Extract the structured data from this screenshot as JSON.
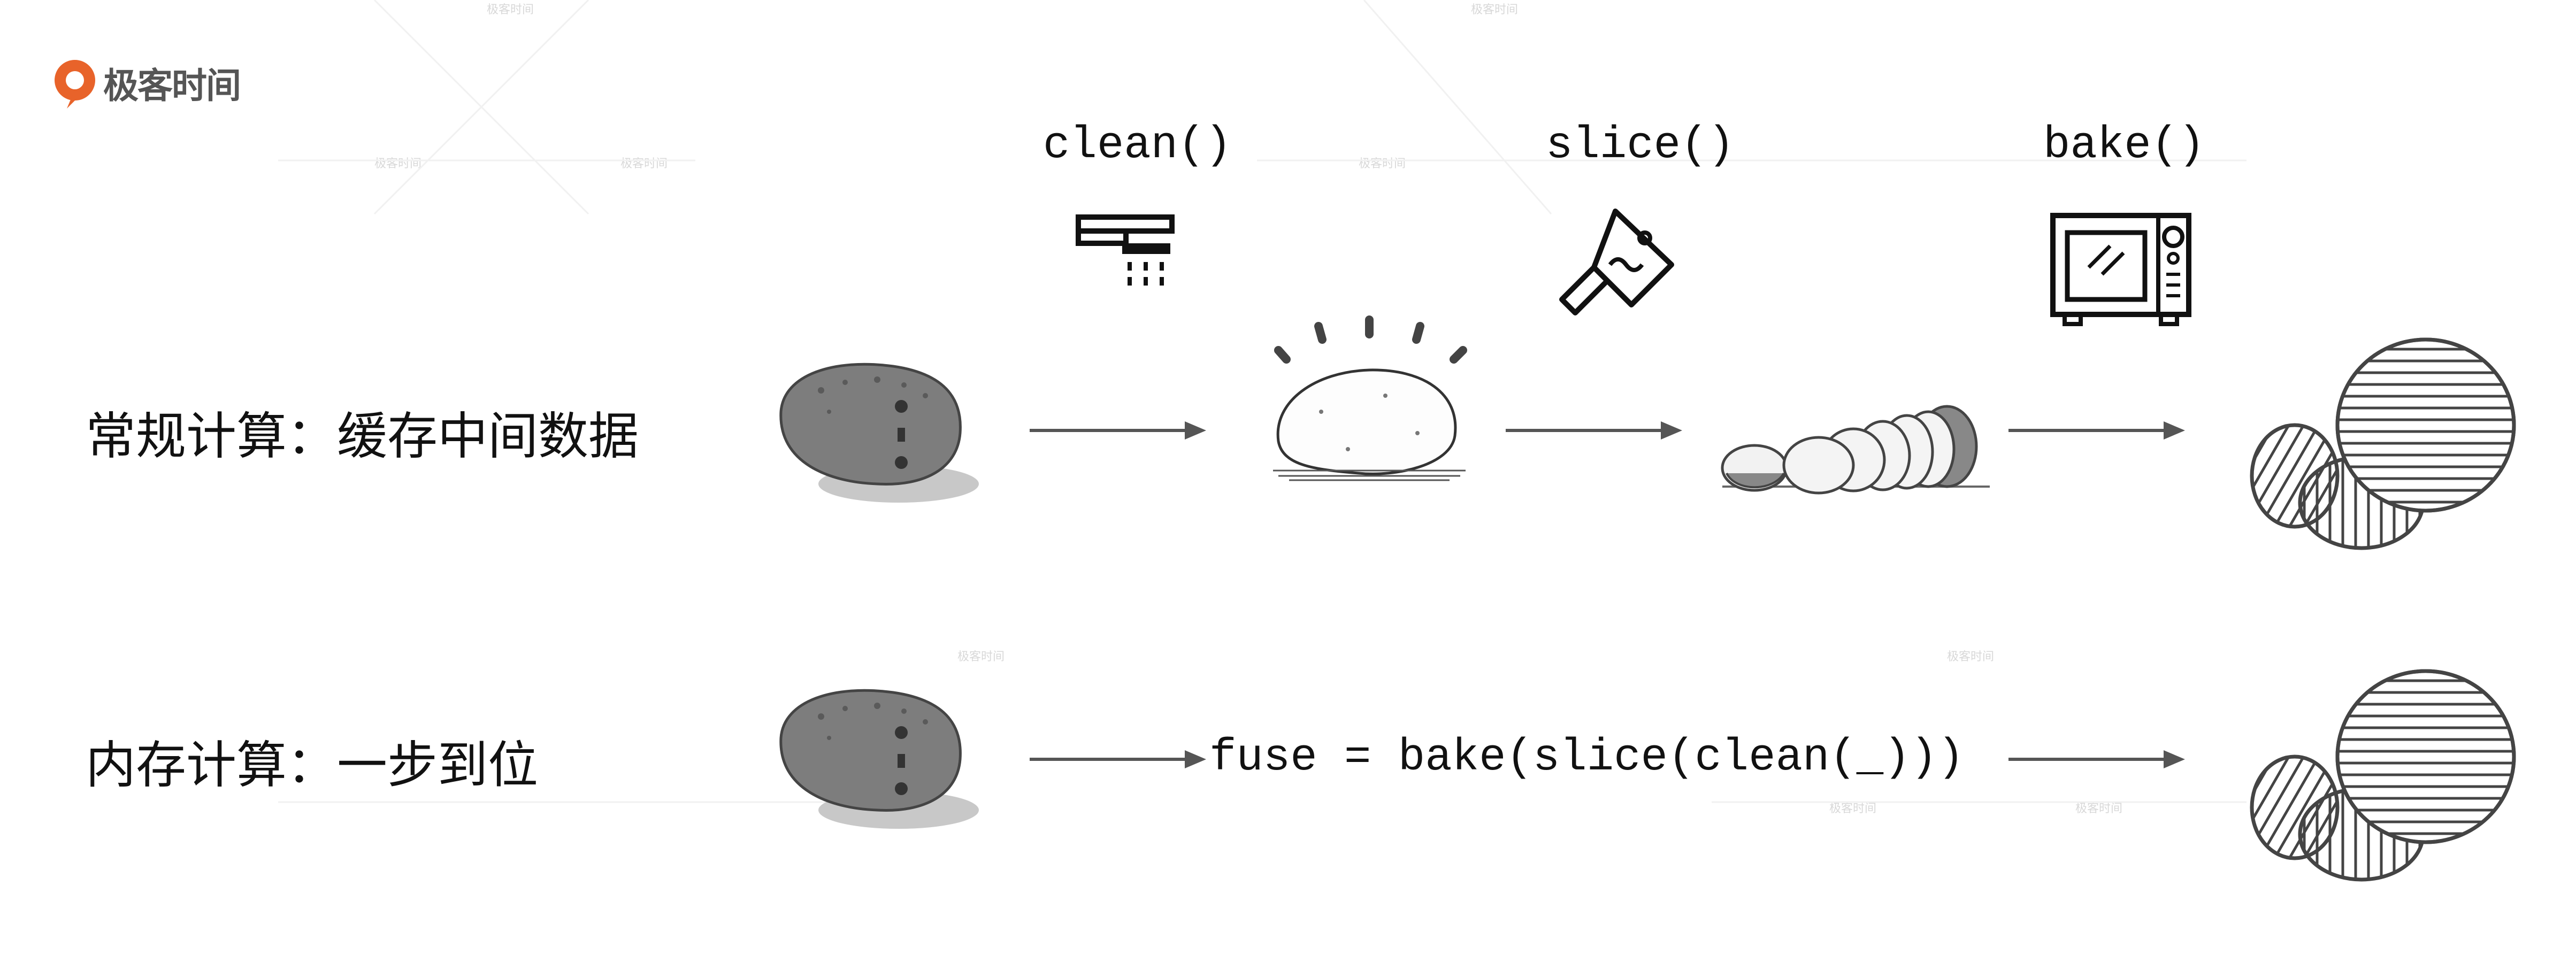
{
  "brand": {
    "name": "极客时间"
  },
  "rows": [
    {
      "label": "常规计算：缓存中间数据"
    },
    {
      "label": "内存计算：一步到位"
    }
  ],
  "functions": [
    {
      "label": "clean()",
      "icon": "faucet-icon"
    },
    {
      "label": "slice()",
      "icon": "cleaver-icon"
    },
    {
      "label": "bake()",
      "icon": "oven-icon"
    }
  ],
  "fuse_expression": "fuse = bake(slice(clean(_)))",
  "watermark": "极客时间",
  "colors": {
    "accent": "#e8632a",
    "stroke": "#555555",
    "potato": "#7a7a7a"
  }
}
